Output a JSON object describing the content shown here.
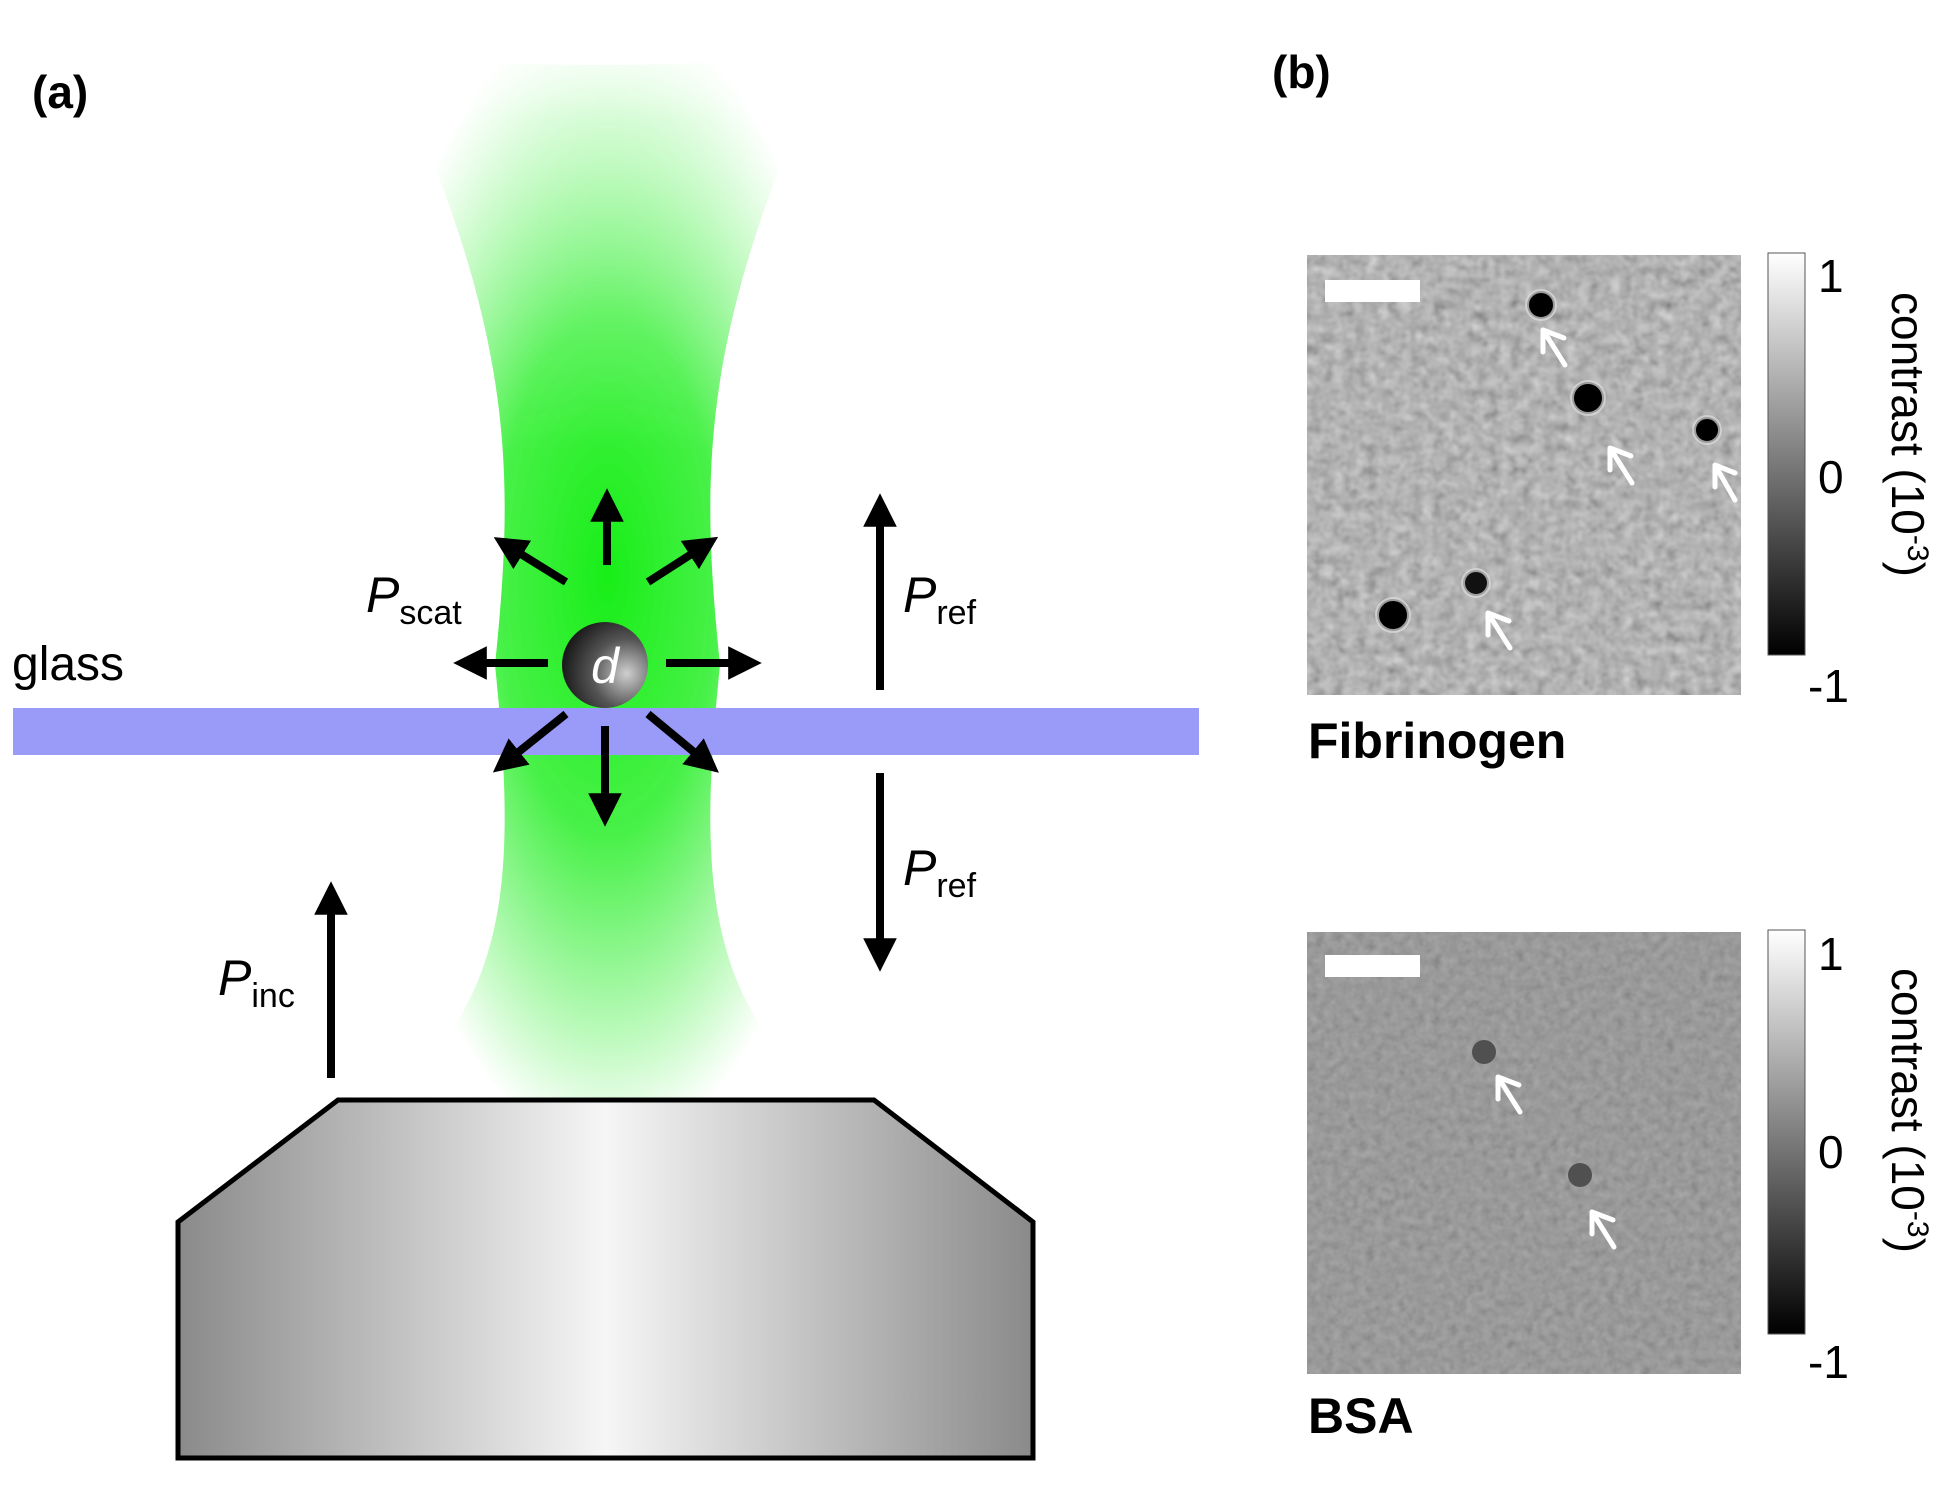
{
  "panel_a": {
    "label": "(a)",
    "glass_label": "glass",
    "particle_label": "d",
    "p_scat": {
      "symbol": "P",
      "subscript": "scat"
    },
    "p_ref_up": {
      "symbol": "P",
      "subscript": "ref"
    },
    "p_ref_down": {
      "symbol": "P",
      "subscript": "ref"
    },
    "p_inc": {
      "symbol": "P",
      "subscript": "inc"
    }
  },
  "panel_b": {
    "label": "(b)",
    "images": [
      {
        "caption": "Fibrinogen",
        "colorbar": {
          "max_label": "1",
          "mid_label": "0",
          "min_label": "-1",
          "axis_label": "contrast (10",
          "axis_exp": "-3",
          "axis_close": ")"
        }
      },
      {
        "caption": "BSA",
        "colorbar": {
          "max_label": "1",
          "mid_label": "0",
          "min_label": "-1",
          "axis_label": "contrast (10",
          "axis_exp": "-3",
          "axis_close": ")"
        }
      }
    ]
  },
  "colors": {
    "beam": "#22ee22",
    "glass": "#9a9af8",
    "objective_dark": "#8c8c8c",
    "objective_light": "#f4f4f4",
    "arrow": "#000000"
  }
}
